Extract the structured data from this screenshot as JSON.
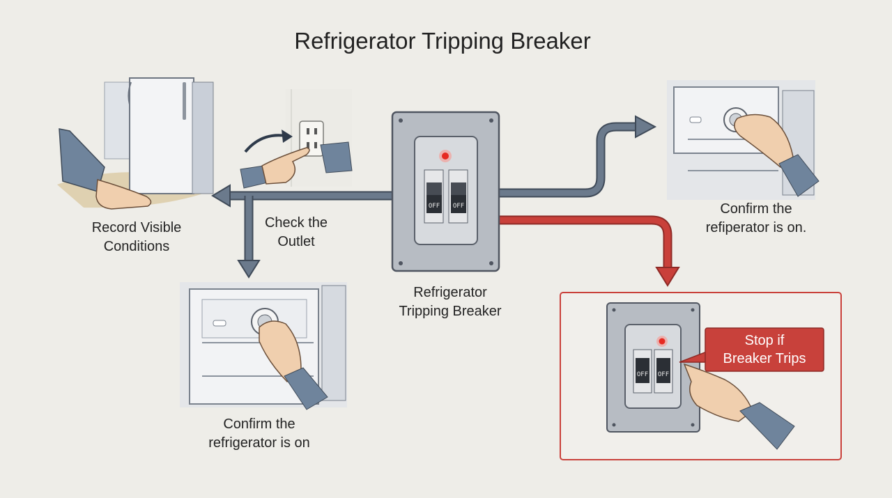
{
  "title": "Refrigerator Tripping Breaker",
  "steps": {
    "record": "Record Visible\nConditions",
    "outlet": "Check the\nOutlet",
    "breaker": "Refrigerator\nTripping Breaker",
    "confirm_top": "Confirm the\nrefiperator is on.",
    "confirm_bottom": "Confirm the\nrefrigerator is on",
    "stop": "Stop if\nBreaker Trips"
  },
  "switch_labels": {
    "off_1": "OFF",
    "off_2": "OFF",
    "off_3": "OFF",
    "off_4": "OFF"
  },
  "colors": {
    "background": "#eeede8",
    "arrow_gray": "#6b7a8c",
    "arrow_red": "#c9403a",
    "indicator_red": "#e62a22",
    "callout_fill": "#c8413b"
  }
}
